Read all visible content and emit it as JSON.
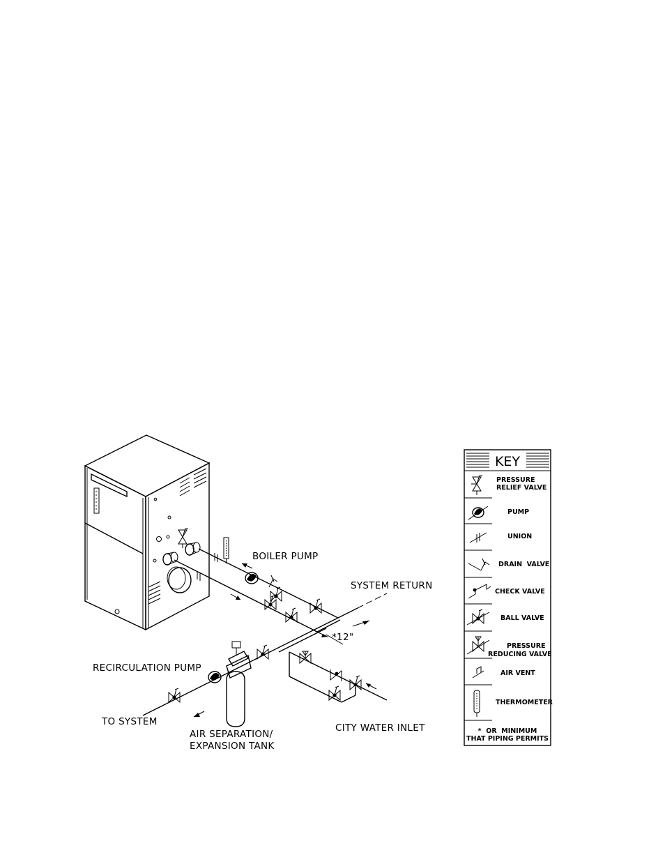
{
  "diagram": {
    "labels": {
      "boiler_pump": "BOILER PUMP",
      "system_return": "SYSTEM RETURN",
      "dimension": "*12\"",
      "recirculation_pump": "RECIRCULATION PUMP",
      "to_system": "TO SYSTEM",
      "air_separation_line1": "AIR SEPARATION/",
      "air_separation_line2": "EXPANSION TANK",
      "city_water_inlet": "CITY WATER INLET"
    }
  },
  "key": {
    "title": "KEY",
    "items": [
      {
        "icon": "pressure-relief-valve-icon",
        "line1": "PRESSURE",
        "line2": "RELIEF VALVE"
      },
      {
        "icon": "pump-icon",
        "line1": "PUMP",
        "line2": ""
      },
      {
        "icon": "union-icon",
        "line1": "UNION",
        "line2": ""
      },
      {
        "icon": "drain-valve-icon",
        "line1": "DRAIN  VALVE",
        "line2": ""
      },
      {
        "icon": "check-valve-icon",
        "line1": "CHECK VALVE",
        "line2": ""
      },
      {
        "icon": "ball-valve-icon",
        "line1": "BALL VALVE",
        "line2": ""
      },
      {
        "icon": "pressure-reducing-valve-icon",
        "line1": "PRESSURE",
        "line2": "REDUCING VALVE"
      },
      {
        "icon": "air-vent-icon",
        "line1": "AIR VENT",
        "line2": ""
      },
      {
        "icon": "thermometer-icon",
        "line1": "THERMOMETER",
        "line2": ""
      }
    ],
    "footnote_line1": "*  OR  MINIMUM",
    "footnote_line2": "THAT PIPING PERMITS"
  }
}
